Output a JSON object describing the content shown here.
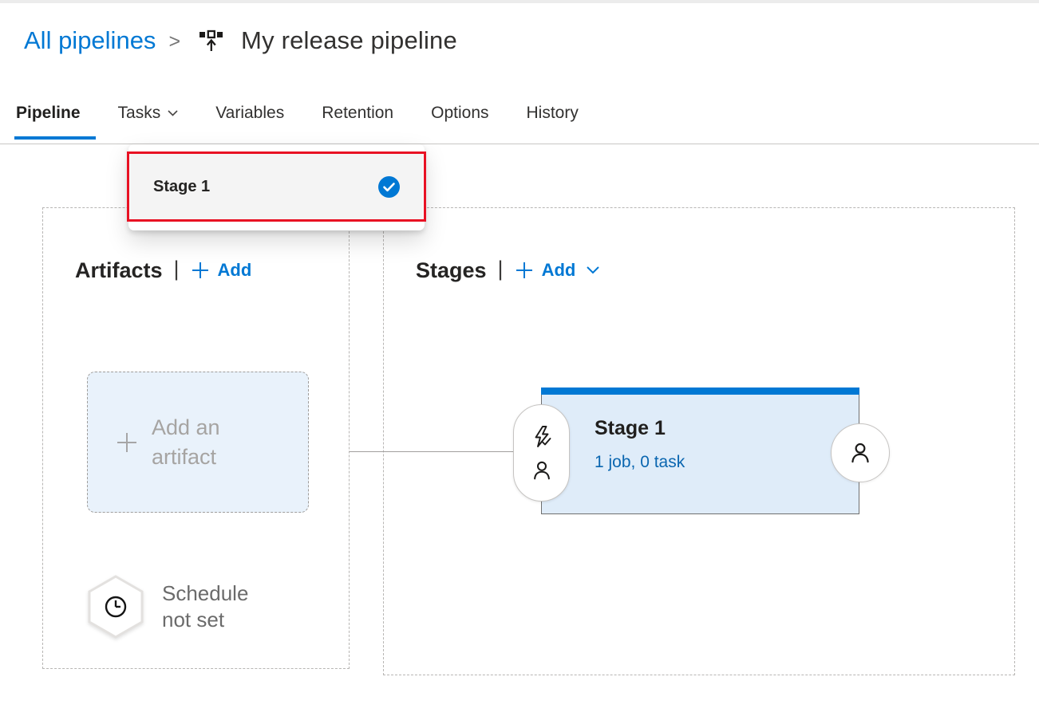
{
  "breadcrumb": {
    "parent": "All pipelines",
    "separator": ">",
    "icon": "release-pipeline-icon",
    "current": "My release pipeline"
  },
  "tabs": {
    "items": [
      {
        "label": "Pipeline",
        "active": true
      },
      {
        "label": "Tasks",
        "chevron": true
      },
      {
        "label": "Variables"
      },
      {
        "label": "Retention"
      },
      {
        "label": "Options"
      },
      {
        "label": "History"
      }
    ],
    "active_tab": "Pipeline",
    "open_dropdown_tab": "Tasks"
  },
  "tasks_dropdown": {
    "items": [
      {
        "label": "Stage 1",
        "selected": true,
        "selected_icon": "checkmark-icon"
      }
    ],
    "annotation": "red-highlight-box"
  },
  "artifacts_panel": {
    "title": "Artifacts",
    "separator": "|",
    "add_button": "Add",
    "add_artifact_placeholder": "Add an artifact",
    "schedule_status": "Schedule not set",
    "icons": {
      "add": "plus-icon",
      "schedule": "clock-icon-in-hexagon"
    }
  },
  "stages_panel": {
    "title": "Stages",
    "separator": "|",
    "add_button": "Add",
    "icons": {
      "add": "plus-icon",
      "add_chevron": "chevron-down-icon"
    },
    "stage_card": {
      "name": "Stage 1",
      "summary": "1 job, 0 task",
      "icons": {
        "pre_deployment": "lightning-check-icon",
        "pre_approval": "person-icon",
        "post_approval": "person-icon"
      }
    }
  },
  "colors": {
    "accent_blue": "#0078d4",
    "summary_link_blue": "#0a66b0",
    "annotation_red": "#e81123",
    "stage_card_bg": "#dfecf9",
    "artifact_box_bg": "#e9f2fb",
    "dropdown_item_bg": "#f4f4f4",
    "tab_separator_gray": "#c8c6c4"
  }
}
